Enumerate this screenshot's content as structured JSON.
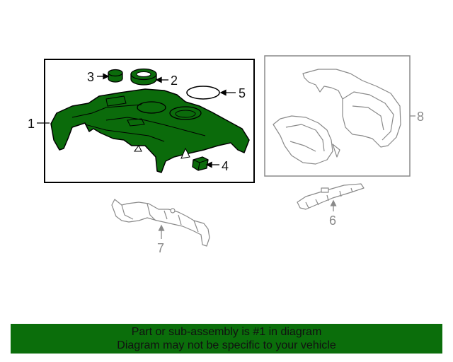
{
  "colors": {
    "highlight_fill": "#0b6b0b",
    "banner_background": "#0b6e0b",
    "outline_dark": "#000000",
    "outline_grey": "#8a8a8a",
    "banner_text": "#111111"
  },
  "callouts": {
    "p1": "1",
    "p2": "2",
    "p3": "3",
    "p4": "4",
    "p5": "5",
    "p6": "6",
    "p7": "7",
    "p8": "8"
  },
  "banner": {
    "line1": "Part or sub-assembly is #1 in diagram",
    "line2": "Diagram may not be specific to your vehicle"
  }
}
